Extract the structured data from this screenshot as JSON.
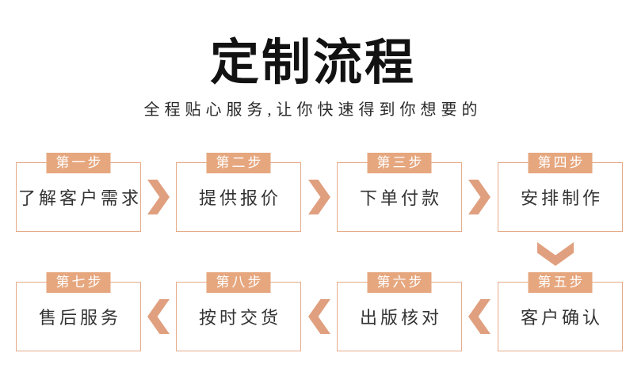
{
  "header": {
    "title": "定制流程",
    "subtitle": "全程贴心服务,让你快速得到你想要的"
  },
  "colors": {
    "accent_badge": "#e6a77f",
    "accent_arrow": "#e0a07f",
    "accent_border": "#e6ab89",
    "title_text": "#121212",
    "body_text": "#333333"
  },
  "flow": {
    "row1": {
      "direction": "left-to-right",
      "steps": [
        {
          "badge": "第一步",
          "title": "了解客户需求"
        },
        {
          "badge": "第二步",
          "title": "提供报价"
        },
        {
          "badge": "第三步",
          "title": "下单付款"
        },
        {
          "badge": "第四步",
          "title": "安排制作"
        }
      ]
    },
    "row2": {
      "direction": "right-to-left",
      "steps": [
        {
          "badge": "第七步",
          "title": "售后服务"
        },
        {
          "badge": "第八步",
          "title": "按时交货"
        },
        {
          "badge": "第六步",
          "title": "出版核对"
        },
        {
          "badge": "第五步",
          "title": "客户确认"
        }
      ]
    }
  },
  "icons": {
    "row1_connector": "chevron-right-icon",
    "row2_connector": "chevron-left-icon",
    "row_transition": "chevron-down-icon"
  }
}
